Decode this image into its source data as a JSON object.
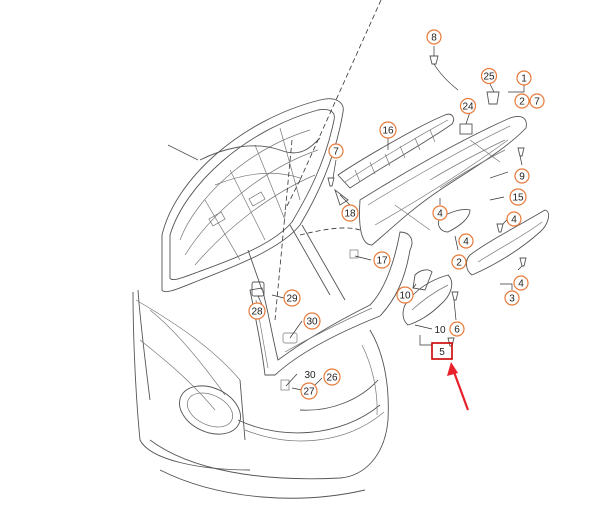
{
  "callouts": {
    "c8": "8",
    "c25": "25",
    "c1": "1",
    "c2a": "2",
    "c7a": "7",
    "c24": "24",
    "c16": "16",
    "c7b": "7",
    "c9": "9",
    "c15": "15",
    "c18": "18",
    "c4a": "4",
    "c4b": "4",
    "c2b": "2",
    "c17": "17",
    "c10a": "10",
    "c4c": "4",
    "c3": "3",
    "c29": "29",
    "c28": "28",
    "c30a": "30",
    "c10b": "10",
    "c6": "6",
    "c30b": "30",
    "c27": "27",
    "c26": "26"
  },
  "highlight": {
    "label": "5",
    "color": "#cc0000"
  },
  "accent_colors": {
    "callout_border": "#e87a3a",
    "arrow": "#e8202a"
  }
}
